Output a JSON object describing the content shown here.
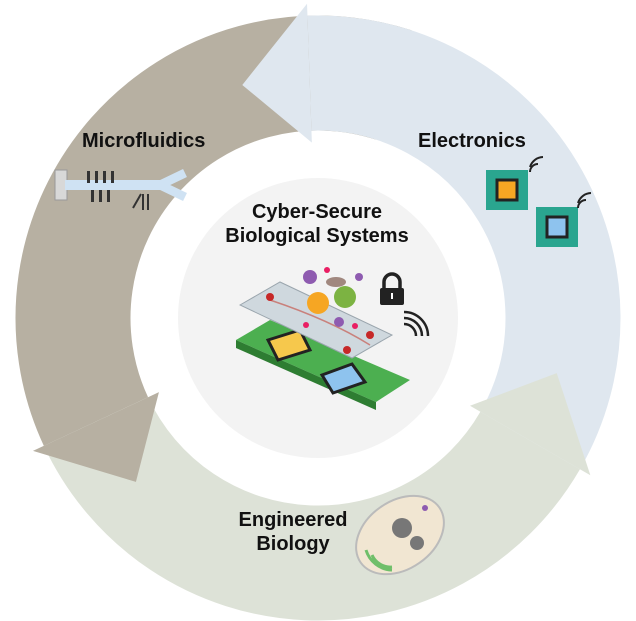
{
  "title": "Cyber-Secure Biological Systems",
  "title_lines": [
    "Cyber-Secure",
    "Biological Systems"
  ],
  "segments": [
    {
      "label": "Microfluidics",
      "color": "#b7b0a2",
      "icon": "microfluidic-channel-icon"
    },
    {
      "label": "Electronics",
      "color": "#dfe7ef",
      "icon": "microchip-wireless-icon"
    },
    {
      "label_lines": [
        "Engineered",
        "Biology"
      ],
      "color": "#dde2d7",
      "icon": "engineered-cell-icon"
    }
  ],
  "center_color": "#f3f3f3",
  "center_icons": [
    "microorganisms-icon",
    "microfluidic-chip-icon",
    "circuit-board-icon",
    "lock-icon",
    "wireless-signal-icon"
  ]
}
